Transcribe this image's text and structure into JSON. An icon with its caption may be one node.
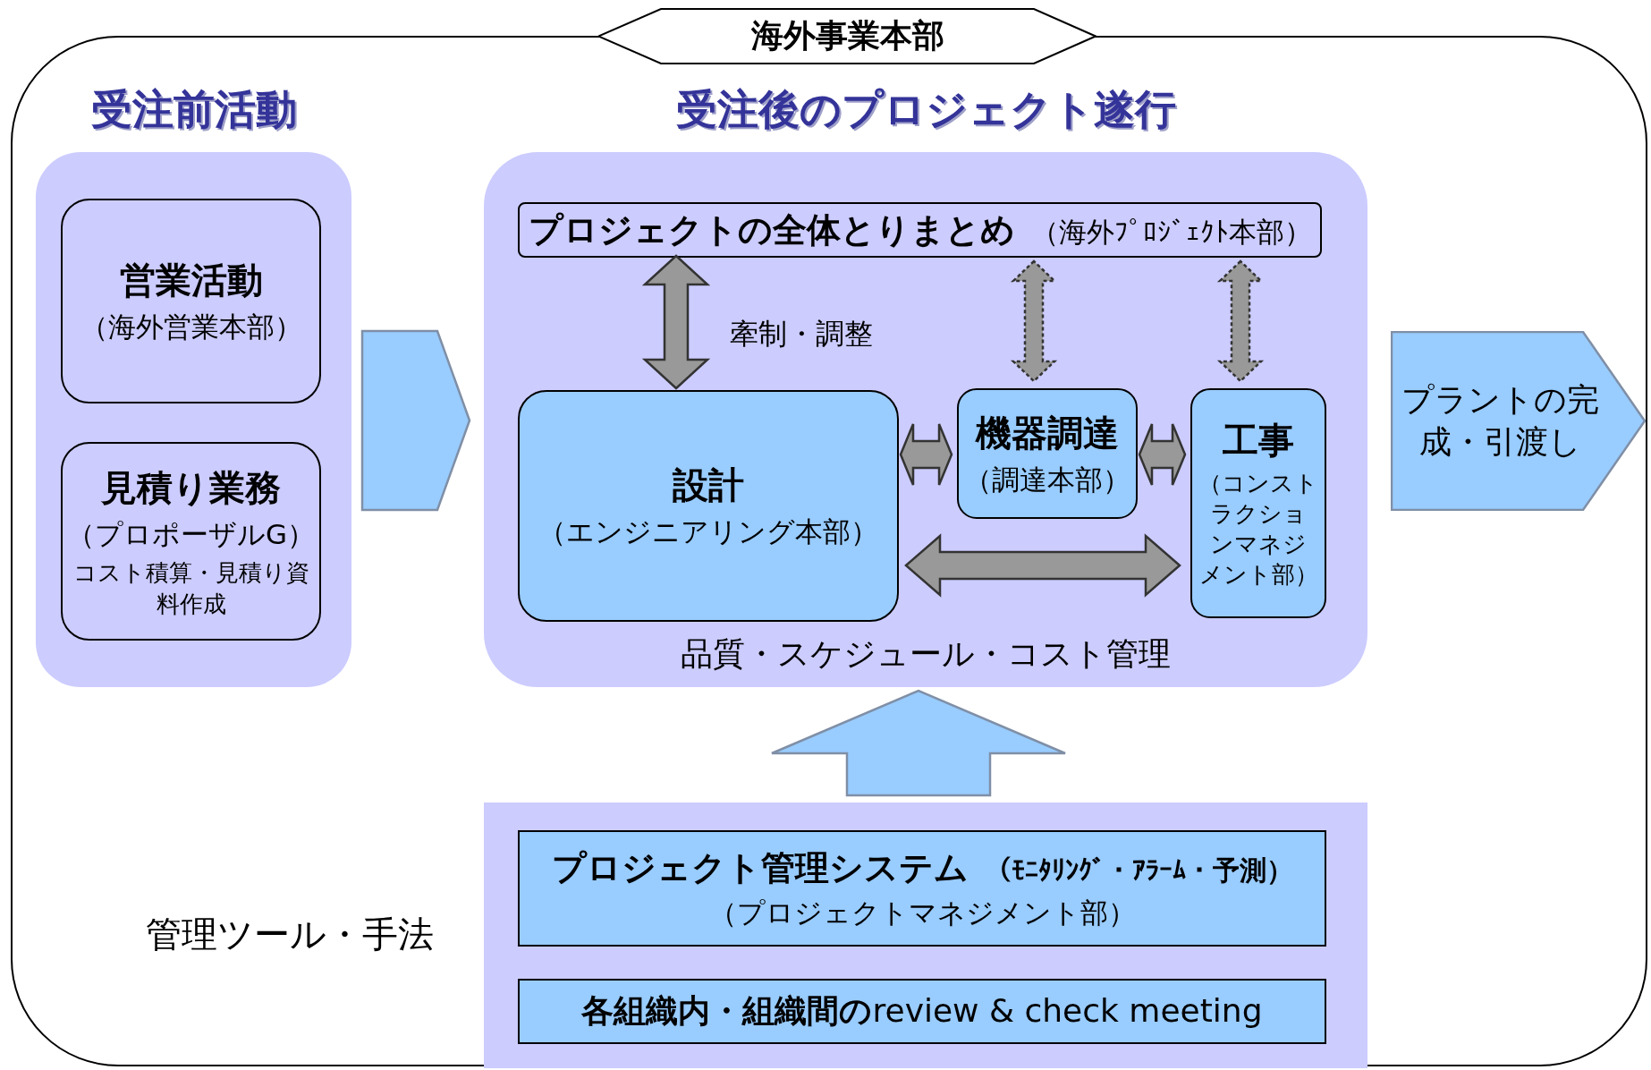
{
  "diagram": {
    "nodes": [
      {
        "text": [
          "海外事業本部"
        ]
      },
      {
        "text": [
          "受注前活動"
        ],
        "in": 0
      },
      {
        "text": [
          "営業活動",
          "（海外営業本部）"
        ],
        "in": 1
      },
      {
        "text": [
          "見積り業務",
          "（プロポーザルG）",
          "コスト積算・見積り資料作成"
        ],
        "in": 1
      },
      {
        "text": [
          "受注後のプロジェクト遂行",
          "品質・スケジュール・コスト管理"
        ],
        "in": 0
      },
      {
        "text": [
          "プロジェクトの全体とりまとめ",
          "（海外ﾌﾟﾛｼﾞｪｸﾄ本部）"
        ],
        "in": 4
      },
      {
        "text": [
          "設計",
          "（エンジニアリング本部）"
        ],
        "in": 4
      },
      {
        "text": [
          "機器調達",
          "（調達本部）"
        ],
        "in": 4
      },
      {
        "text": [
          "工事",
          "（コンストラクションマネジメント部）"
        ],
        "in": 4
      },
      {
        "text": [
          "プラントの完成・引渡し"
        ],
        "in": 0
      },
      {
        "text": [],
        "shape": "box",
        "beside": [
          "管理ツール・手法"
        ],
        "in": 0
      },
      {
        "text": [
          "プロジェクト管理システム",
          "（ﾓﾆﾀﾘﾝｸﾞ・ｱﾗｰﾑ・予測）",
          "（プロジェクトマネジメント部）"
        ],
        "in": 10
      },
      {
        "text": [
          "**各組織内・組織間の**review & check meeting"
        ],
        "in": 10
      }
    ],
    "edges": [
      {
        "from": 1,
        "to": 4,
        "arrow": "to",
        "color": "#99ccff"
      },
      {
        "from": 5,
        "to": 6,
        "arrow": "both",
        "label": "牽制・調整"
      },
      {
        "from": 5,
        "to": 7,
        "arrow": "both",
        "style": "dashed"
      },
      {
        "from": 5,
        "to": 8,
        "arrow": "both",
        "style": "dashed"
      },
      {
        "from": 6,
        "to": 7,
        "arrow": "both"
      },
      {
        "from": 7,
        "to": 8,
        "arrow": "both"
      },
      {
        "from": 6,
        "to": 8,
        "arrow": "both"
      },
      {
        "from": 10,
        "to": 4,
        "arrow": "to",
        "color": "#99ccff"
      }
    ]
  }
}
